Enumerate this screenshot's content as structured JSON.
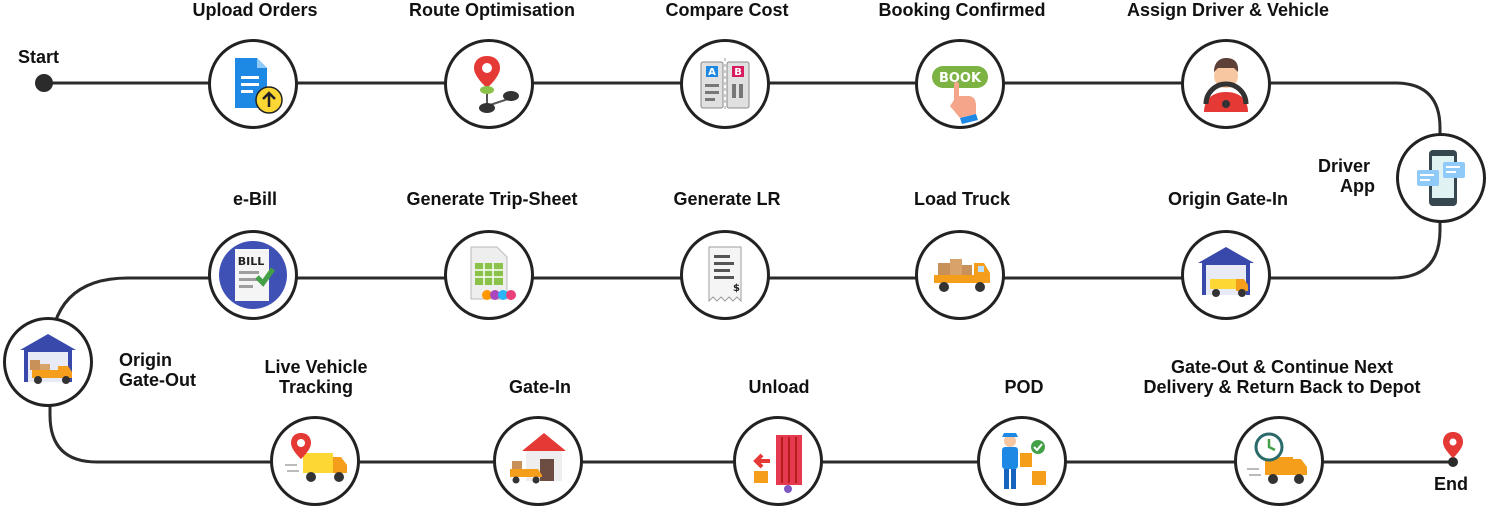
{
  "start_label": "Start",
  "end_label": "End",
  "row1": [
    {
      "label": "Upload Orders",
      "icon": "upload-document-icon"
    },
    {
      "label": "Route Optimisation",
      "icon": "route-pin-icon"
    },
    {
      "label": "Compare Cost",
      "icon": "compare-ab-icon"
    },
    {
      "label": "Booking Confirmed",
      "icon": "book-button-icon"
    },
    {
      "label": "Assign Driver & Vehicle",
      "icon": "driver-icon"
    }
  ],
  "driver_app": {
    "line1": "Driver",
    "line2": "App",
    "icon": "mobile-chat-icon"
  },
  "row2": [
    {
      "label": "e-Bill",
      "icon": "bill-check-icon"
    },
    {
      "label": "Generate Trip-Sheet",
      "icon": "spreadsheet-icon"
    },
    {
      "label": "Generate LR",
      "icon": "receipt-icon"
    },
    {
      "label": "Load Truck",
      "icon": "loaded-truck-icon"
    },
    {
      "label": "Origin Gate-In",
      "icon": "warehouse-truck-icon"
    }
  ],
  "origin_gate_out": {
    "line1": "Origin",
    "line2": "Gate-Out",
    "icon": "warehouse-truck-icon"
  },
  "row3": [
    {
      "line1": "Live Vehicle",
      "line2": "Tracking",
      "icon": "tracking-truck-icon"
    },
    {
      "line1": "Gate-In",
      "line2": "",
      "icon": "house-truck-icon"
    },
    {
      "line1": "Unload",
      "line2": "",
      "icon": "unload-container-icon"
    },
    {
      "line1": "POD",
      "line2": "",
      "icon": "delivery-person-icon"
    },
    {
      "line1": "Gate-Out & Continue Next",
      "line2": "Delivery & Return Back to Depot",
      "icon": "clock-truck-icon"
    }
  ],
  "colors": {
    "line": "#2b2b2b",
    "blue": "#1e88e5",
    "yellow": "#fdd835",
    "orange": "#f59e1b",
    "red": "#e53935",
    "green": "#43a047"
  }
}
